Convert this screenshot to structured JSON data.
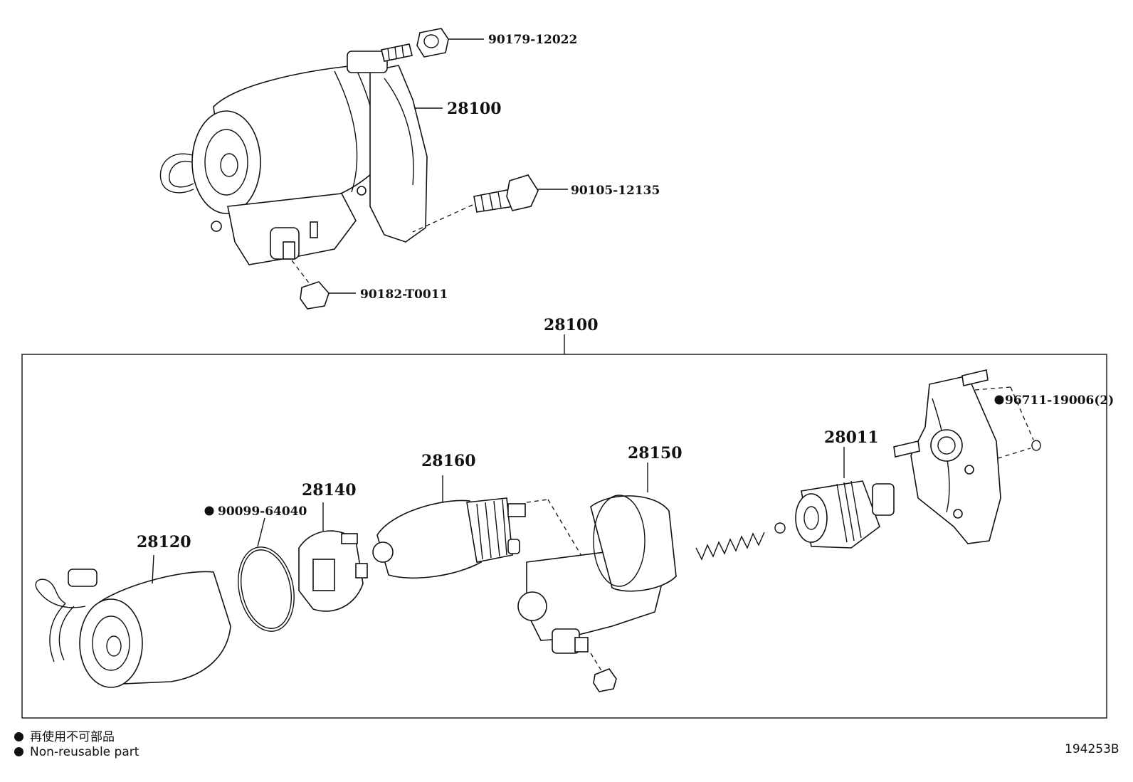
{
  "assembly": {
    "callouts": [
      {
        "id": "nut-top",
        "text": "90179-12022"
      },
      {
        "id": "starter-assy",
        "text": "28100"
      },
      {
        "id": "bolt",
        "text": "90105-12135"
      },
      {
        "id": "nut-terminal",
        "text": "90182-T0011"
      }
    ]
  },
  "exploded": {
    "group_label": "28100",
    "callouts": [
      {
        "id": "o-ring-small",
        "text": "96711-19006(2)",
        "non_reusable": true
      },
      {
        "id": "clutch",
        "text": "28011",
        "non_reusable": false
      },
      {
        "id": "switch",
        "text": "28150",
        "non_reusable": false
      },
      {
        "id": "armature",
        "text": "28160",
        "non_reusable": false
      },
      {
        "id": "brush-holder",
        "text": "28140",
        "non_reusable": false
      },
      {
        "id": "o-ring",
        "text": "90099-64040",
        "non_reusable": true
      },
      {
        "id": "yoke",
        "text": "28120",
        "non_reusable": false
      }
    ]
  },
  "legend": {
    "japanese": "再使用不可部品",
    "english": "Non-reusable part"
  },
  "diagram_code": "194253B"
}
